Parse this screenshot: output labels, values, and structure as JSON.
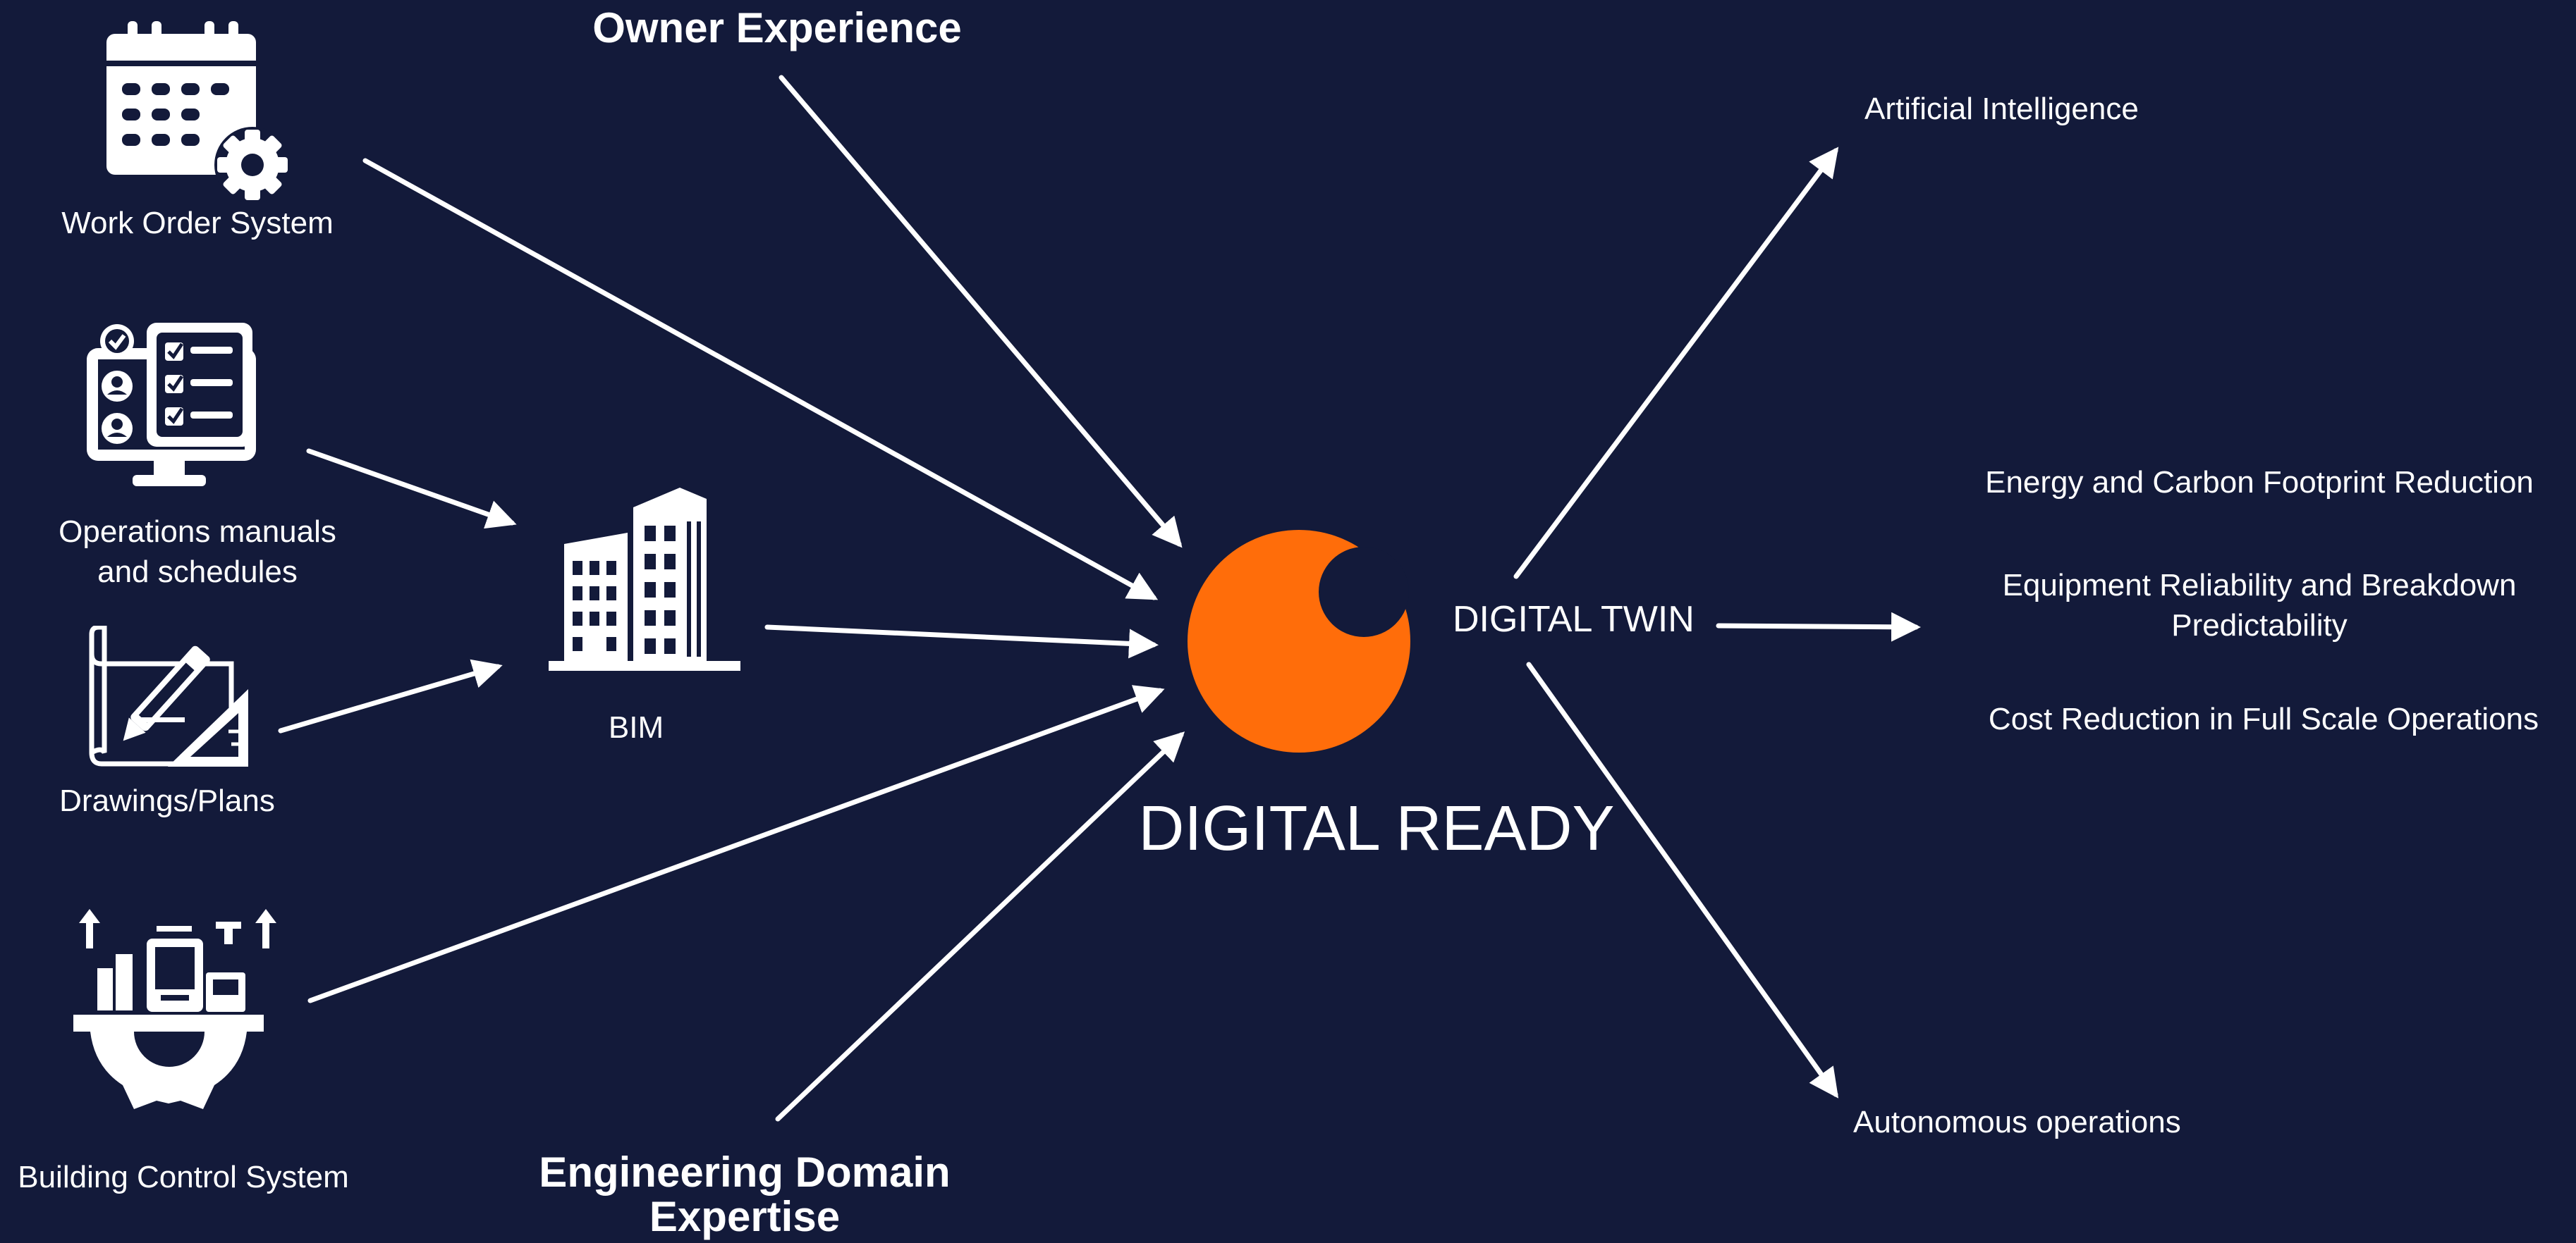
{
  "sources": {
    "work_order": "Work Order System",
    "operations_manuals": "Operations manuals\nand schedules",
    "drawings": "Drawings/Plans",
    "bim": "BIM",
    "building_control": "Building Control System"
  },
  "inputs": {
    "owner_experience": "Owner Experience",
    "engineering_expertise": "Engineering Domain\nExpertise"
  },
  "center": {
    "digital_ready": "DIGITAL READY",
    "digital_twin": "DIGITAL TWIN"
  },
  "outcomes": {
    "ai": "Artificial Intelligence",
    "energy": "Energy and Carbon Footprint Reduction",
    "reliability": "Equipment Reliability and Breakdown\nPredictability",
    "cost": "Cost Reduction in Full Scale Operations",
    "autonomous": "Autonomous operations"
  },
  "icons": {
    "work_order": "calendar-gear-icon",
    "operations_manuals": "checklist-monitor-icon",
    "drawings": "blueprint-pencil-ruler-icon",
    "bim": "buildings-icon",
    "building_control": "gear-equipment-icon",
    "logo": "orange-circle-logo"
  },
  "colors": {
    "background": "#131a3a",
    "foreground": "#ffffff",
    "accent": "#ff6d0a"
  }
}
